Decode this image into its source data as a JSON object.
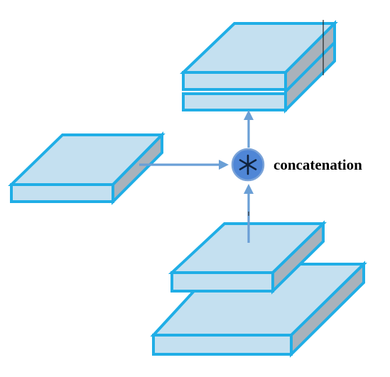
{
  "operation": {
    "label": "concatenation",
    "icon": "asterisk-icon"
  },
  "colors": {
    "block_fill": "#c4e0f0",
    "block_side": "#a9b2bb",
    "block_stroke": "#20aee6",
    "arrow": "#6a9fd6",
    "operator_fill": "#4f86d6"
  },
  "blocks": [
    {
      "role": "input-left"
    },
    {
      "role": "input-bottom-stack"
    },
    {
      "role": "output-concatenated-stack"
    }
  ]
}
